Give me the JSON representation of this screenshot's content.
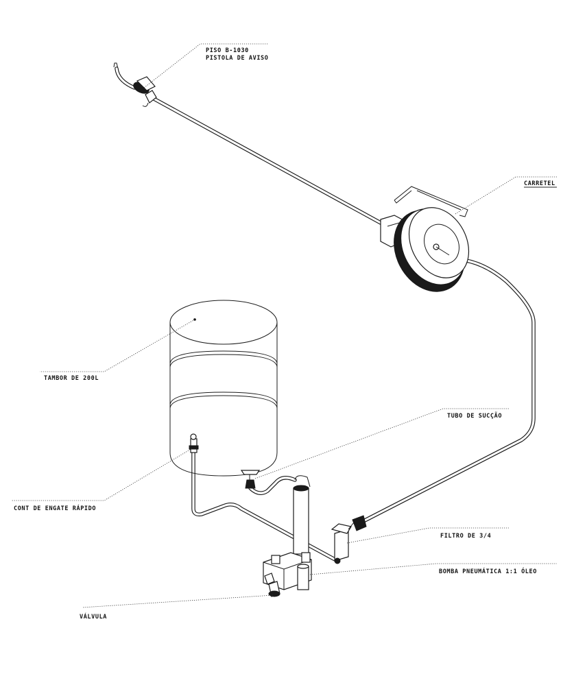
{
  "labels": {
    "pistol": {
      "line1": "PISO B-1030",
      "line2": "PISTOLA DE AVISO"
    },
    "carretel": "CARRETEL",
    "tambor": "TAMBOR DE 200L",
    "tubo_succao": "TUBO DE SUCÇÃO",
    "conector": "CONT DE ENGATE RÁPIDO",
    "filtro": "FILTRO DE 3/4",
    "bomba": "BOMBA PNEUMÁTICA 1:1 ÓLEO",
    "valvula": "VÁLVULA"
  }
}
